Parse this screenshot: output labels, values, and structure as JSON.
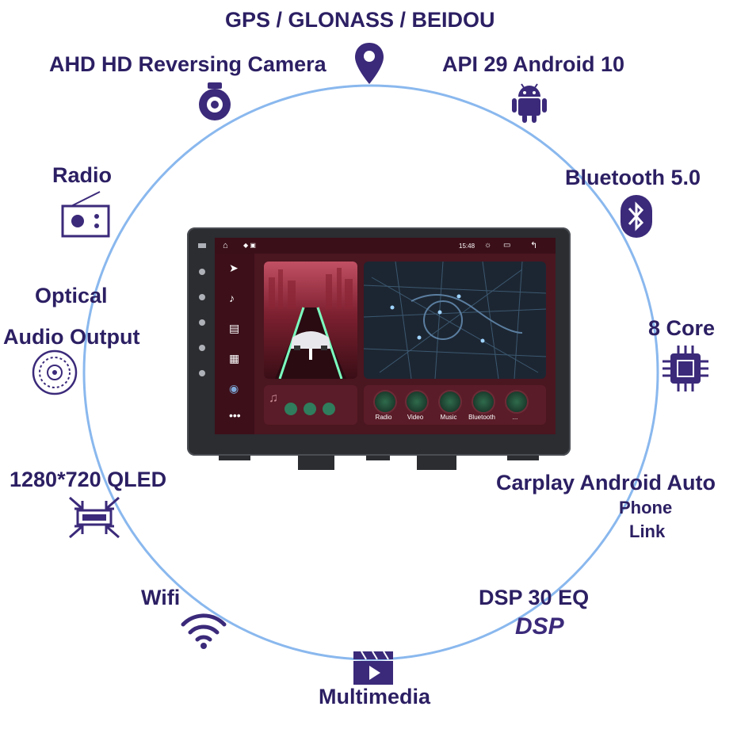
{
  "features": {
    "gps": "GPS / GLONASS / BEIDOU",
    "camera": "AHD HD Reversing Camera",
    "android": "API 29 Android 10",
    "radio": "Radio",
    "bluetooth": "Bluetooth 5.0",
    "optical_line1": "Optical",
    "optical_line2": "Audio Output",
    "core": "8 Core",
    "resolution": "1280*720  QLED",
    "carplay": "Carplay Android Auto",
    "phone": "Phone",
    "link": "Link",
    "wifi": "Wifi",
    "dsp": "DSP 30 EQ",
    "dsp_logo": "DSP",
    "multimedia": "Multimedia"
  },
  "screen": {
    "time": "15:48",
    "apps": [
      "Radio",
      "Video",
      "Music",
      "Bluetooth",
      "..."
    ]
  },
  "colors": {
    "text": "#2c1f63",
    "ring": "#8ab8ee",
    "icon": "#3b2a7a"
  }
}
